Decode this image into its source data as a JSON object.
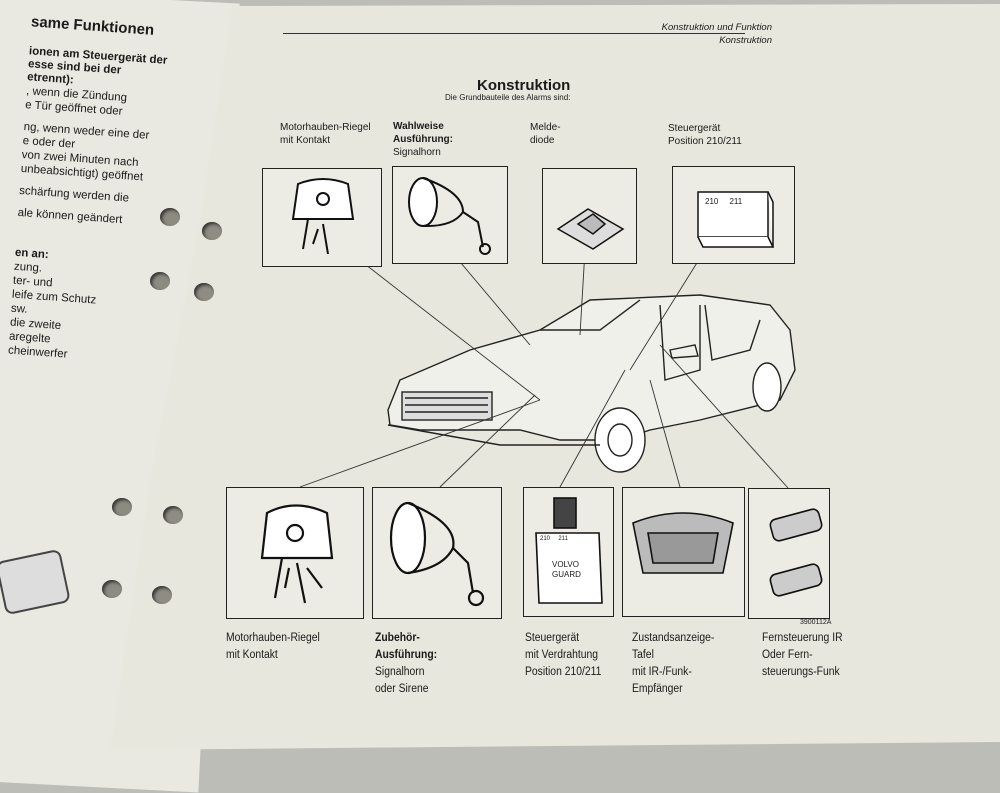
{
  "left_page": {
    "heading": "same Funktionen",
    "lines": [
      "ionen am Steuergerät der",
      "esse sind bei der",
      "etrennt):",
      ", wenn die Zündung",
      "e Tür geöffnet oder",
      "ng, wenn weder eine der",
      "e oder der",
      "von zwei Minuten nach",
      "unbeabsichtigt) geöffnet",
      "schärfung werden die",
      "ale können geändert",
      "en an:",
      "zung.",
      "ter- und",
      "leife zum Schutz",
      "sw.",
      "die zweite",
      "aregelte",
      "cheinwerfer"
    ]
  },
  "header": {
    "section": "Konstruktion und Funktion",
    "subsection": "Konstruktion"
  },
  "title": "Konstruktion",
  "subtitle": "Die Grundbauteile des Alarms sind:",
  "top_labels": [
    {
      "line1": "Motorhauben-Riegel",
      "line2": "mit Kontakt",
      "line3": ""
    },
    {
      "line1": "Wahlweise",
      "line2": "Ausführung:",
      "line3": "Signalhorn"
    },
    {
      "line1": "Melde-",
      "line2": "diode",
      "line3": ""
    },
    {
      "line1": "Steuergerät",
      "line2": "Position 210/211",
      "line3": ""
    }
  ],
  "figure_number": "3900112A",
  "box_texts": {
    "control_unit_top": "210     211",
    "control_unit_bottom_pins": "210     211",
    "volvo": "VOLVO",
    "guard": "GUARD"
  },
  "bottom_labels": [
    {
      "l1": "Motorhauben-Riegel",
      "l2": "mit Kontakt",
      "l3": "",
      "l4": ""
    },
    {
      "l1": "Zubehör-",
      "l2": "Ausführung:",
      "l3": "Signalhorn",
      "l4": "oder Sirene"
    },
    {
      "l1": "Steuergerät",
      "l2": "mit Verdrahtung",
      "l3": "Position 210/211",
      "l4": ""
    },
    {
      "l1": "Zustandsanzeige-",
      "l2": "Tafel",
      "l3": "mit IR-/Funk-",
      "l4": "Empfänger"
    },
    {
      "l1": "Fernsteuerung IR",
      "l2": "Oder Fern-",
      "l3": "steuerungs-Funk",
      "l4": ""
    }
  ]
}
